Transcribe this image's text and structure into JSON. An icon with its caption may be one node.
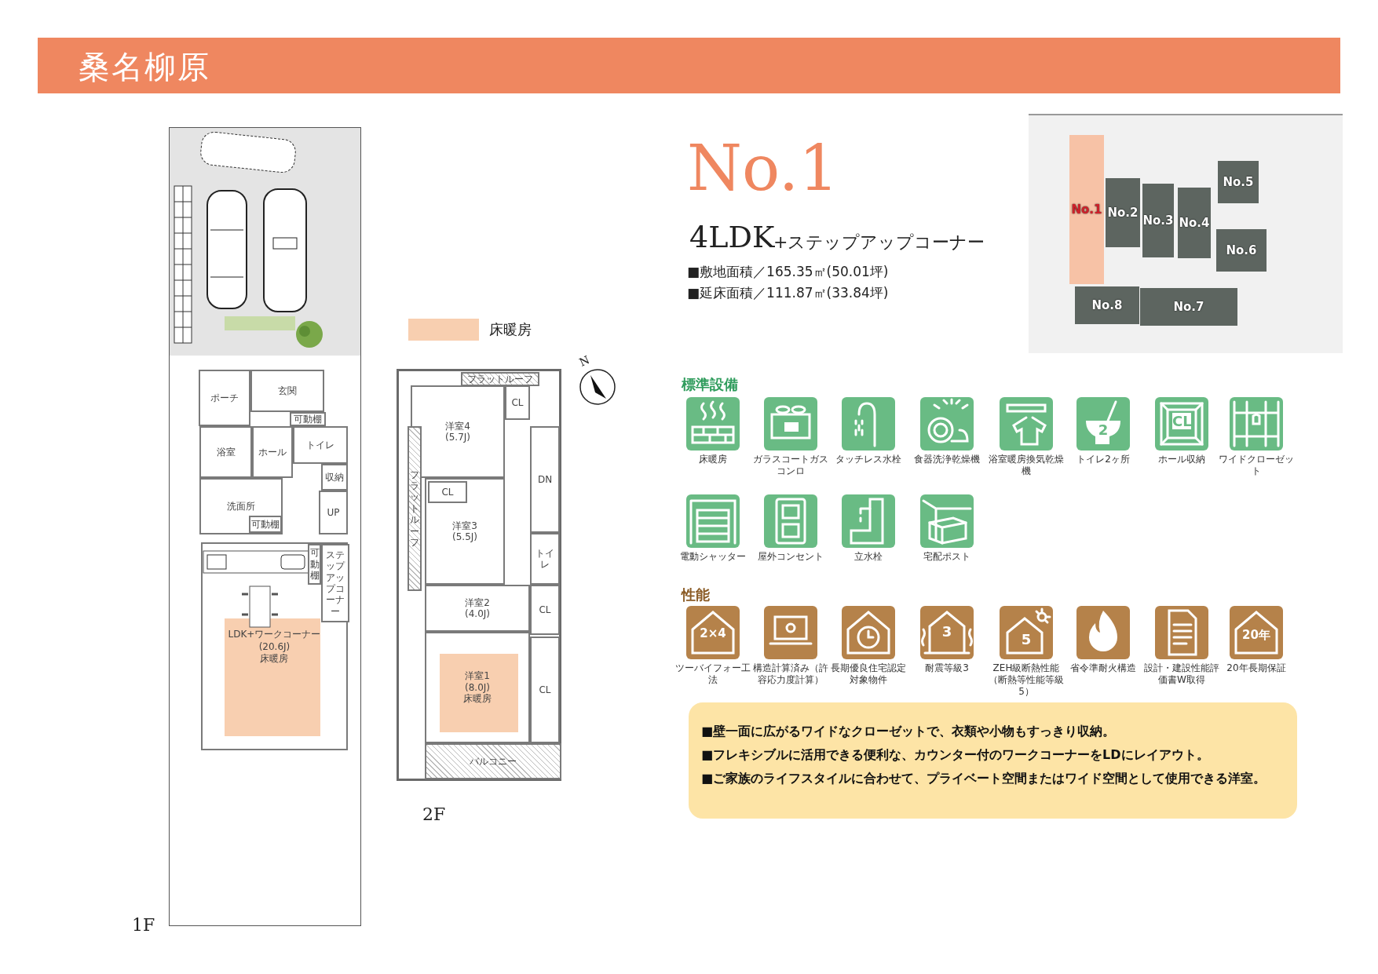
{
  "diagram": {
    "title": "桑名柳原",
    "nodes": [
      {
        "text": [
          "1F"
        ]
      },
      {
        "text": [
          "ポーチ"
        ],
        "in": 0
      },
      {
        "text": [
          "玄関"
        ],
        "in": 0
      },
      {
        "text": [
          "可動棚"
        ],
        "in": 0
      },
      {
        "text": [
          "トイレ"
        ],
        "in": 0
      },
      {
        "text": [
          "浴室"
        ],
        "in": 0
      },
      {
        "text": [
          "ホール"
        ],
        "in": 0
      },
      {
        "text": [
          "収納"
        ],
        "in": 0
      },
      {
        "text": [
          "洗面所"
        ],
        "in": 0
      },
      {
        "text": [
          "可動棚"
        ],
        "in": 8
      },
      {
        "text": [
          "UP"
        ],
        "in": 0
      },
      {
        "text": [
          "LDK+ワークコーナー",
          "(20.6J)",
          "床暖房"
        ],
        "in": 0
      },
      {
        "text": [
          "可動棚"
        ],
        "in": 11
      },
      {
        "text": [
          "ステップアップコーナー"
        ],
        "in": 11
      },
      {
        "text": [
          "2F"
        ]
      },
      {
        "text": [
          "フラットルーフ"
        ],
        "in": 14
      },
      {
        "text": [
          "洋室4",
          "(5.7J)"
        ],
        "in": 14
      },
      {
        "text": [
          "CL"
        ],
        "in": 14
      },
      {
        "text": [
          "DN"
        ],
        "in": 14
      },
      {
        "text": [
          "洋室3",
          "(5.5J)"
        ],
        "in": 14
      },
      {
        "text": [
          "CL"
        ],
        "in": 19
      },
      {
        "text": [
          "フラットルーフ"
        ],
        "in": 14
      },
      {
        "text": [
          "トイレ"
        ],
        "in": 14
      },
      {
        "text": [
          "洋室2",
          "(4.0J)"
        ],
        "in": 14
      },
      {
        "text": [
          "CL"
        ],
        "in": 14
      },
      {
        "text": [
          "CL"
        ],
        "in": 14
      },
      {
        "text": [
          "洋室1",
          "(8.0J)",
          "床暖房"
        ],
        "in": 14
      },
      {
        "text": [
          "バルコニー"
        ],
        "in": 14
      },
      {
        "text": [],
        "shape": "picture"
      },
      {
        "text": [
          "No.1"
        ],
        "in": 28
      },
      {
        "text": [
          "No.2"
        ],
        "in": 28
      },
      {
        "text": [
          "No.3"
        ],
        "in": 28
      },
      {
        "text": [
          "No.4"
        ],
        "in": 28
      },
      {
        "text": [
          "No.5"
        ],
        "in": 28
      },
      {
        "text": [
          "No.6"
        ],
        "in": 28
      },
      {
        "text": [
          "No.8"
        ],
        "in": 28
      },
      {
        "text": [
          "No.7"
        ],
        "in": 28
      },
      {
        "text": [
          "標準設備"
        ]
      },
      {
        "text": [
          "床暖房"
        ]
      },
      {
        "text": [
          "ガラスコートガスコンロ"
        ]
      },
      {
        "text": [
          "タッチレス水栓"
        ]
      },
      {
        "text": [
          "食器洗浄乾燥機"
        ]
      },
      {
        "text": [
          "浴室暖房換気乾燥機"
        ]
      },
      {
        "text": [
          "2",
          "トイレ2ヶ所"
        ]
      },
      {
        "text": [
          "CL",
          "ホール収納"
        ]
      },
      {
        "text": [
          "ワイドクローゼット"
        ]
      },
      {
        "text": [
          "電動シャッター"
        ]
      },
      {
        "text": [
          "屋外コンセント"
        ]
      },
      {
        "text": [
          "立水栓"
        ]
      },
      {
        "text": [
          "宅配ポスト"
        ]
      },
      {
        "text": [
          "性能"
        ]
      },
      {
        "text": [
          "2×4",
          "ツーバイフォー工法"
        ]
      },
      {
        "text": [
          "構造計算済み（許容応力度計算）"
        ]
      },
      {
        "text": [
          "長期優良住宅認定対象物件"
        ]
      },
      {
        "text": [
          "3",
          "耐震等級3"
        ]
      },
      {
        "text": [
          "5",
          "ZEH級断熱性能（断熱等性能等級5）"
        ]
      },
      {
        "text": [
          "省令準耐火構造"
        ]
      },
      {
        "text": [
          "設計・建設性能評価書W取得"
        ]
      },
      {
        "text": [
          "20年",
          "20年長期保証"
        ]
      },
      {
        "text": [
          "■壁一面に広がるワイドなクローゼットで、衣類や小物もすっきり収納。",
          "■フレキシブルに活用できる便利な、カウンター付のワークコーナーをLDにレイアウト。",
          "■ご家族のライフスタイルに合わせて、プライベート空間またはワイド空間として使用できる洋室。"
        ]
      }
    ],
    "labels": [
      "No.1",
      "4LDK",
      "+ステップアップコーナー",
      "■敷地面積／165.35㎡(50.01坪)",
      "■延床面積／111.87㎡(33.84坪)",
      "N"
    ],
    "legend": [
      {
        "text": "床暖房",
        "color": "#f8cfb0"
      }
    ]
  }
}
